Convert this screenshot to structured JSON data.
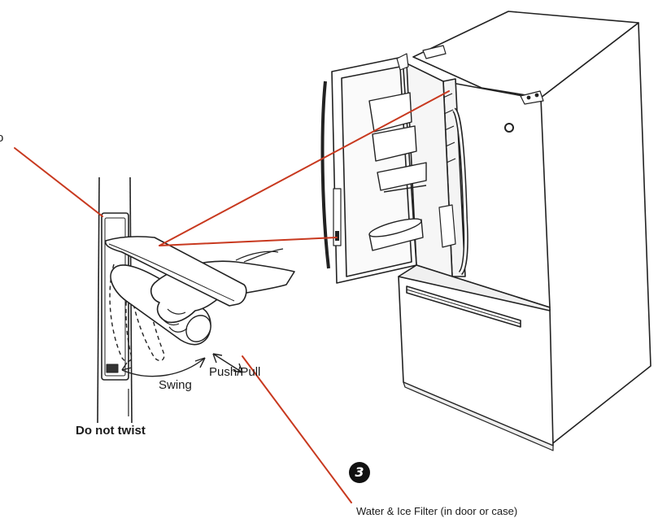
{
  "labels": {
    "partial_text": "o",
    "push_pull": "Push/Pull",
    "swing": "Swing",
    "do_not_twist": "Do not twist",
    "filter_caption": "Water & Ice Filter  (in door or case)"
  },
  "step_number": "3",
  "colors": {
    "leader_line": "#c8391f",
    "line_art": "#222222",
    "background": "#ffffff"
  },
  "icons": {
    "step_badge": "circled-number-icon"
  }
}
